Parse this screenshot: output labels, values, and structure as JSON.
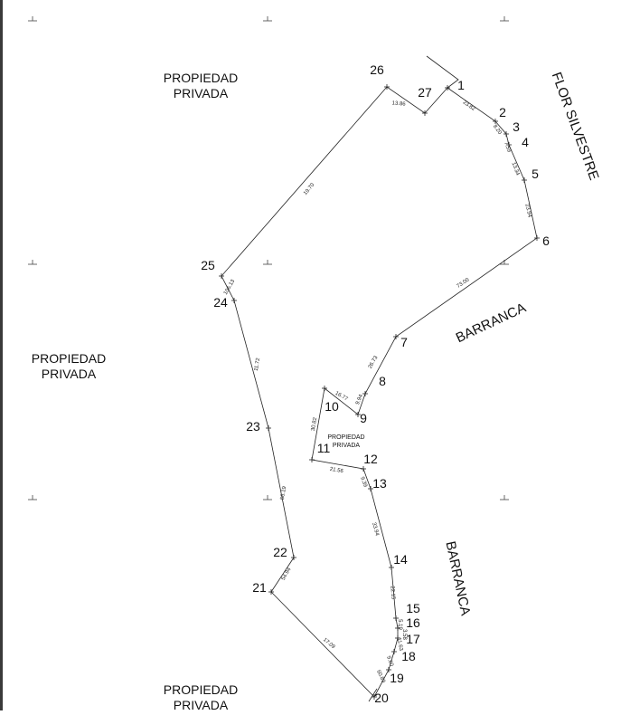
{
  "areas": {
    "top_left": [
      "PROPIEDAD",
      "PRIVADA"
    ],
    "middle_left": [
      "PROPIEDAD",
      "PRIVADA"
    ],
    "bottom_left": [
      "PROPIEDAD",
      "PRIVADA"
    ],
    "inner": [
      "PROPIEDAD",
      "PRIVADA"
    ]
  },
  "streets": {
    "flor": "FLOR SILVESTRE",
    "barranca_mid": "BARRANCA",
    "barranca_low": "BARRANCA"
  },
  "vertices": [
    "1",
    "2",
    "3",
    "4",
    "5",
    "6",
    "7",
    "8",
    "9",
    "10",
    "11",
    "12",
    "13",
    "14",
    "15",
    "16",
    "17",
    "18",
    "19",
    "20",
    "21",
    "22",
    "23",
    "24",
    "25",
    "26",
    "27"
  ],
  "dimensions": [
    "23.82",
    "8.20",
    "7.59",
    "13.34",
    "23.94",
    "73.00",
    "26.73",
    "9.94",
    "16.77",
    "30.82",
    "21.56",
    "9.39",
    "33.94",
    "22.15",
    "5.19",
    "3.58",
    "11.63",
    "9.60",
    "60.89",
    "17.09",
    "54.94",
    "56.19",
    "11.72",
    "106.13",
    "19.70",
    "13.86"
  ]
}
